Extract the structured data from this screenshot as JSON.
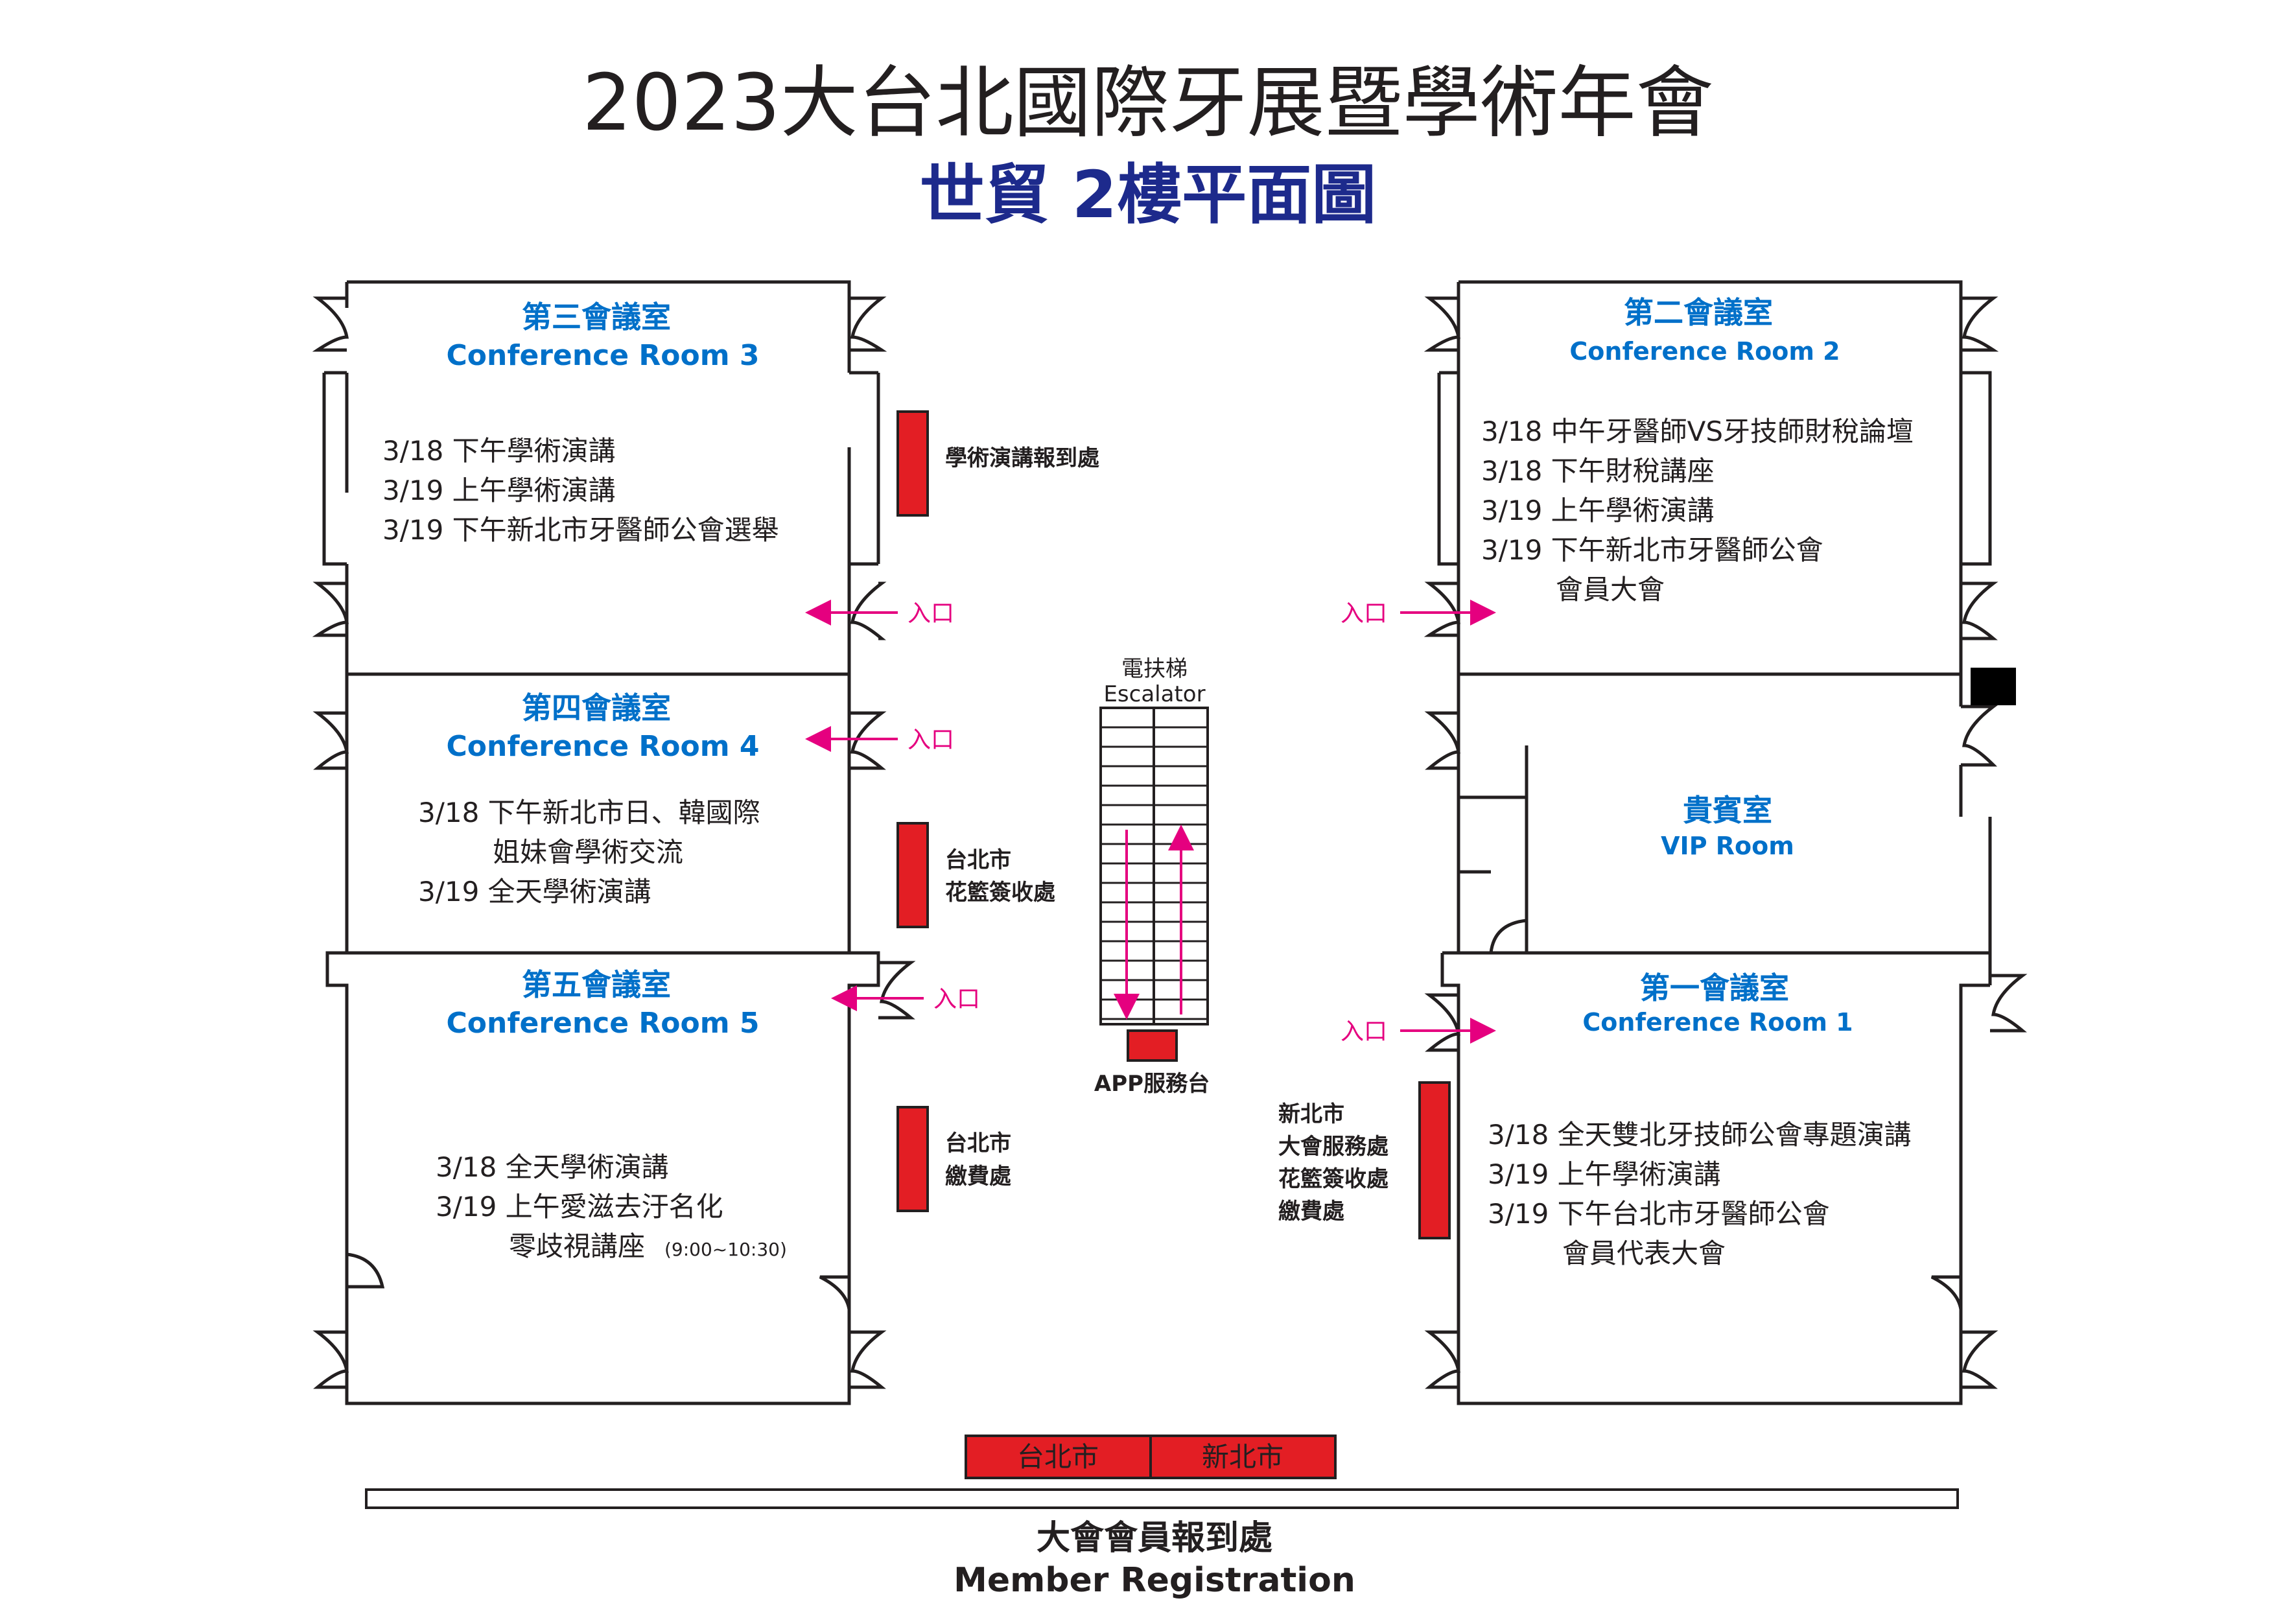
{
  "header": {
    "title": "2023大台北國際牙展暨學術年會",
    "subtitle": "世貿 2樓平面圖"
  },
  "rooms": {
    "room3": {
      "zh": "第三會議室",
      "en": "Conference Room 3",
      "schedule": [
        "3/18 下午學術演講",
        "3/19 上午學術演講",
        "3/19 下午新北市牙醫師公會選舉"
      ]
    },
    "room4": {
      "zh": "第四會議室",
      "en": "Conference Room 4",
      "schedule": [
        "3/18 下午新北市日、韓國際",
        "姐妹會學術交流",
        "3/19 全天學術演講"
      ]
    },
    "room5": {
      "zh": "第五會議室",
      "en": "Conference Room 5",
      "schedule": [
        "3/18 全天學術演講",
        "3/19 上午愛滋去汙名化",
        "零歧視講座"
      ],
      "schedule_time": "(9:00~10:30)"
    },
    "room2": {
      "zh": "第二會議室",
      "en": "Conference Room 2",
      "schedule": [
        "3/18 中午牙醫師VS牙技師財稅論壇",
        "3/18 下午財稅講座",
        "3/19 上午學術演講",
        "3/19 下午新北市牙醫師公會",
        "會員大會"
      ]
    },
    "vip": {
      "zh": "貴賓室",
      "en": "VIP Room"
    },
    "room1": {
      "zh": "第一會議室",
      "en": "Conference Room 1",
      "schedule": [
        "3/18 全天雙北牙技師公會專題演講",
        "3/19 上午學術演講",
        "3/19 下午台北市牙醫師公會",
        "會員代表大會"
      ]
    }
  },
  "desks": {
    "academic_reg": "學術演講報到處",
    "taipei_flower": [
      "台北市",
      "花籃簽收處"
    ],
    "taipei_fee": [
      "台北市",
      "繳費處"
    ],
    "newtaipei_service": [
      "新北市",
      "大會服務處",
      "花籃簽收處",
      "繳費處"
    ],
    "app_service": "APP服務台",
    "reg_taipei": "台北市",
    "reg_newtaipei": "新北市"
  },
  "escalator": {
    "zh": "電扶梯",
    "en": "Escalator"
  },
  "entrance_label": "入口",
  "registration": {
    "zh": "大會會員報到處",
    "en": "Member Registration"
  },
  "colors": {
    "title": "#231f20",
    "subtitle": "#1d2a8c",
    "room_label": "#0070c9",
    "desk": "#e31e24",
    "entrance_arrow": "#e5007f"
  }
}
